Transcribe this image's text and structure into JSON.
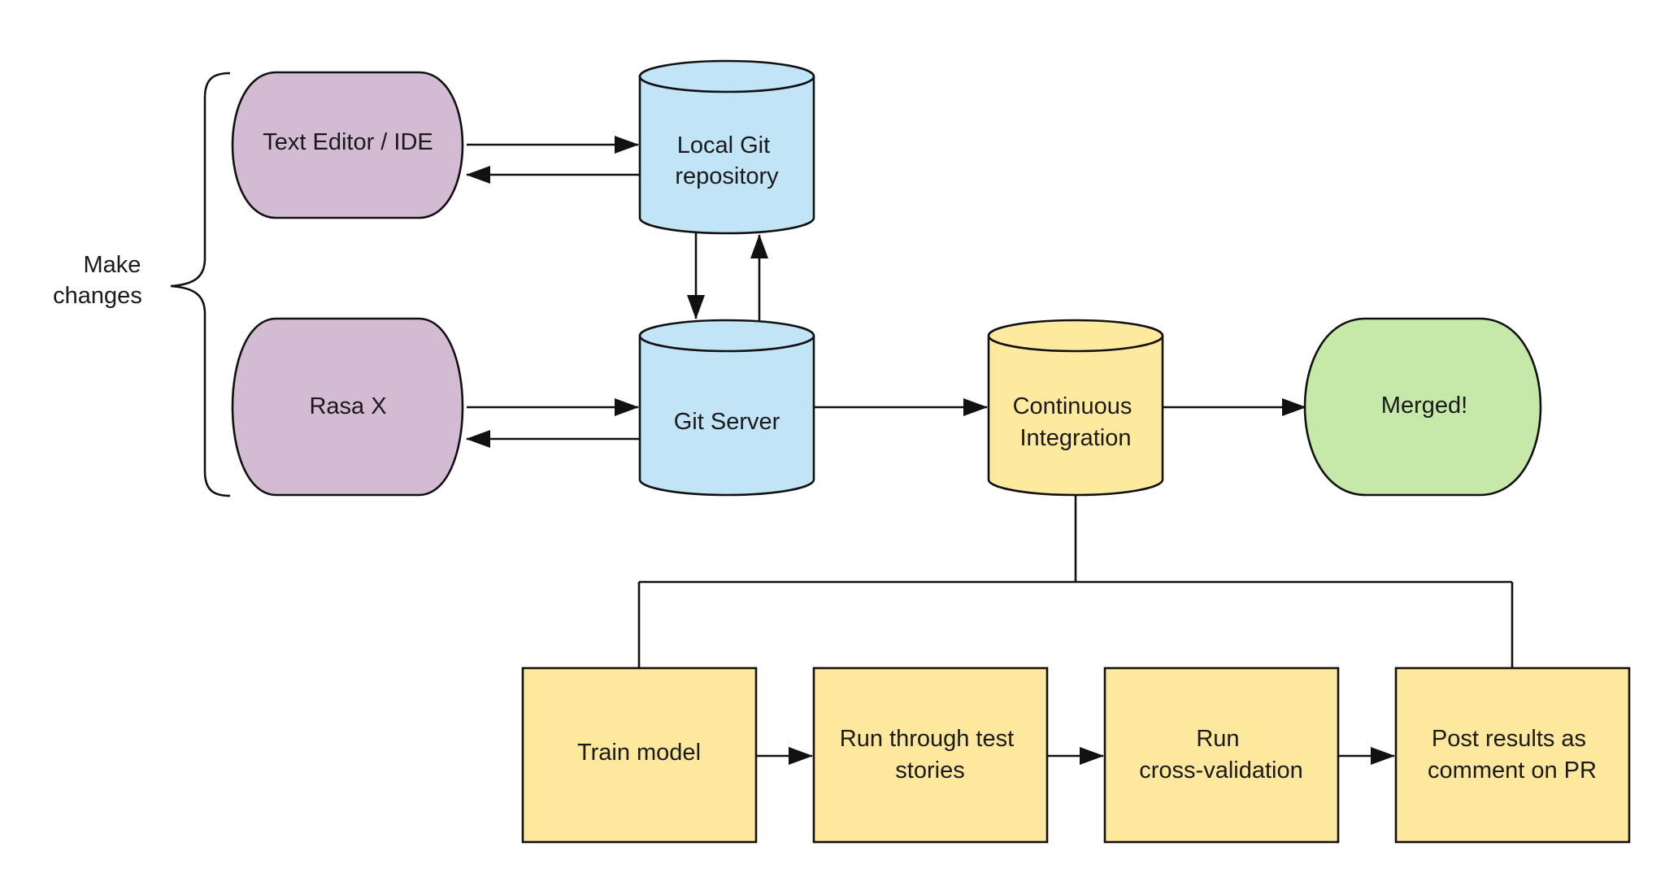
{
  "colors": {
    "editor_fill": "#d4bbd4",
    "repo_fill": "#c1e4f7",
    "ci_fill": "#feea9f",
    "merged_fill": "#c6e8a9",
    "step_fill": "#fee89e",
    "line": "#111111"
  },
  "labels": {
    "make_changes": [
      "Make",
      "changes"
    ],
    "text_editor": "Text Editor / IDE",
    "rasa_x": "Rasa X",
    "local_git": [
      "Local Git",
      "repository"
    ],
    "git_server": "Git Server",
    "ci": [
      "Continuous",
      "Integration"
    ],
    "merged": "Merged!",
    "train": "Train model",
    "test_stories": [
      "Run through test",
      "stories"
    ],
    "cross_validation": [
      "Run",
      "cross-validation"
    ],
    "post_results": [
      "Post results as",
      "comment on PR"
    ]
  }
}
